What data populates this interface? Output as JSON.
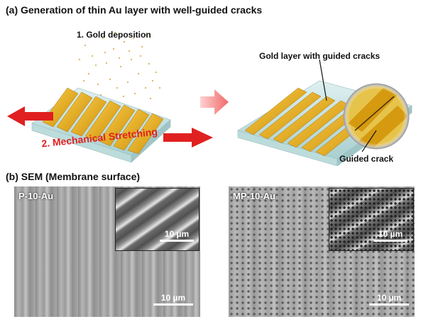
{
  "panel_a": {
    "title": "(a) Generation of thin Au layer with well-guided cracks",
    "step1": "1. Gold deposition",
    "step2": "2. Mechanical Stretching",
    "gold_layer_label": "Gold layer with guided cracks",
    "guided_crack_label": "Guided crack"
  },
  "panel_b": {
    "title": "(b) SEM (Membrane surface)",
    "left": {
      "label": "P-10-Au",
      "inset_scale": "10 µm",
      "main_scale": "10 µm"
    },
    "right": {
      "label": "MP-10-Au",
      "inset_scale": "10 µm",
      "main_scale": "10 µm"
    }
  },
  "colors": {
    "gold": "#e8a412",
    "substrate": "#cfe6e6",
    "arrow": "#e02020"
  }
}
